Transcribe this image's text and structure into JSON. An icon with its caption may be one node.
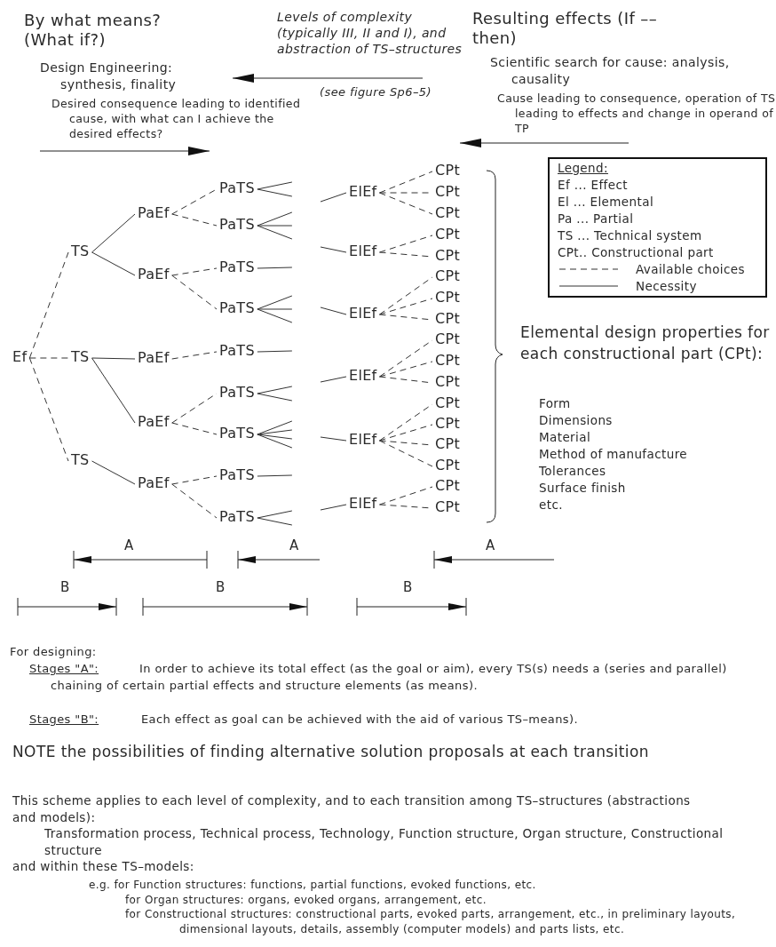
{
  "diagram": {
    "nodes": [
      {
        "text": [
          "Ef"
        ]
      },
      {
        "text": [
          "TS"
        ]
      },
      {
        "text": [
          "TS"
        ]
      },
      {
        "text": [
          "TS"
        ]
      },
      {
        "text": [
          "PaEf"
        ]
      },
      {
        "text": [
          "PaEf"
        ]
      },
      {
        "text": [
          "PaEf"
        ]
      },
      {
        "text": [
          "PaEf"
        ]
      },
      {
        "text": [
          "PaEf"
        ]
      },
      {
        "text": [
          "PaTS"
        ]
      },
      {
        "text": [
          "PaTS"
        ]
      },
      {
        "text": [
          "PaTS"
        ]
      },
      {
        "text": [
          "PaTS"
        ]
      },
      {
        "text": [
          "PaTS"
        ]
      },
      {
        "text": [
          "PaTS"
        ]
      },
      {
        "text": [
          "PaTS"
        ]
      },
      {
        "text": [
          "PaTS"
        ]
      },
      {
        "text": [
          "PaTS"
        ]
      },
      {
        "text": [
          "ElEf"
        ]
      },
      {
        "text": [
          "ElEf"
        ]
      },
      {
        "text": [
          "ElEf"
        ]
      },
      {
        "text": [
          "ElEf"
        ]
      },
      {
        "text": [
          "ElEf"
        ]
      },
      {
        "text": [
          "ElEf"
        ]
      },
      {
        "text": [
          "CPt"
        ]
      },
      {
        "text": [
          "CPt"
        ]
      },
      {
        "text": [
          "CPt"
        ]
      },
      {
        "text": [
          "CPt"
        ]
      },
      {
        "text": [
          "CPt"
        ]
      },
      {
        "text": [
          "CPt"
        ]
      },
      {
        "text": [
          "CPt"
        ]
      },
      {
        "text": [
          "CPt"
        ]
      },
      {
        "text": [
          "CPt"
        ]
      },
      {
        "text": [
          "CPt"
        ]
      },
      {
        "text": [
          "CPt"
        ]
      },
      {
        "text": [
          "CPt"
        ]
      },
      {
        "text": [
          "CPt"
        ]
      },
      {
        "text": [
          "CPt"
        ]
      },
      {
        "text": [
          "CPt"
        ]
      },
      {
        "text": [
          "CPt"
        ]
      },
      {
        "text": [
          "CPt"
        ]
      }
    ],
    "edges": [
      {
        "from": 0,
        "to": 1,
        "arrow": "none",
        "style": "dashed"
      },
      {
        "from": 0,
        "to": 2,
        "arrow": "none",
        "style": "dashed"
      },
      {
        "from": 0,
        "to": 3,
        "arrow": "none",
        "style": "dashed"
      },
      {
        "from": 1,
        "to": 4,
        "arrow": "none"
      },
      {
        "from": 1,
        "to": 5,
        "arrow": "none"
      },
      {
        "from": 2,
        "to": 6,
        "arrow": "none"
      },
      {
        "from": 2,
        "to": 7,
        "arrow": "none"
      },
      {
        "from": 3,
        "to": 8,
        "arrow": "none"
      },
      {
        "from": 4,
        "to": 9,
        "arrow": "none",
        "style": "dashed"
      },
      {
        "from": 4,
        "to": 10,
        "arrow": "none",
        "style": "dashed"
      },
      {
        "from": 5,
        "to": 11,
        "arrow": "none",
        "style": "dashed"
      },
      {
        "from": 5,
        "to": 12,
        "arrow": "none",
        "style": "dashed"
      },
      {
        "from": 6,
        "to": 13,
        "arrow": "none",
        "style": "dashed"
      },
      {
        "from": 7,
        "to": 14,
        "arrow": "none",
        "style": "dashed"
      },
      {
        "from": 7,
        "to": 15,
        "arrow": "none",
        "style": "dashed"
      },
      {
        "from": 8,
        "to": 16,
        "arrow": "none",
        "style": "dashed"
      },
      {
        "from": 8,
        "to": 17,
        "arrow": "none",
        "style": "dashed"
      },
      {
        "from": 9,
        "to": null,
        "arrow": "none"
      },
      {
        "from": 9,
        "to": null,
        "arrow": "none"
      },
      {
        "from": 10,
        "to": null,
        "arrow": "none"
      },
      {
        "from": 10,
        "to": null,
        "arrow": "none"
      },
      {
        "from": 10,
        "to": null,
        "arrow": "none"
      },
      {
        "from": 11,
        "to": null,
        "arrow": "none"
      },
      {
        "from": 12,
        "to": null,
        "arrow": "none"
      },
      {
        "from": 12,
        "to": null,
        "arrow": "none"
      },
      {
        "from": 12,
        "to": null,
        "arrow": "none"
      },
      {
        "from": 13,
        "to": null,
        "arrow": "none"
      },
      {
        "from": 14,
        "to": null,
        "arrow": "none"
      },
      {
        "from": 14,
        "to": null,
        "arrow": "none"
      },
      {
        "from": 15,
        "to": null,
        "arrow": "none"
      },
      {
        "from": 15,
        "to": null,
        "arrow": "none"
      },
      {
        "from": 15,
        "to": null,
        "arrow": "none"
      },
      {
        "from": 15,
        "to": null,
        "arrow": "none"
      },
      {
        "from": 16,
        "to": null,
        "arrow": "none"
      },
      {
        "from": 17,
        "to": null,
        "arrow": "none"
      },
      {
        "from": 17,
        "to": null,
        "arrow": "none"
      },
      {
        "from": null,
        "to": 18,
        "arrow": "none"
      },
      {
        "from": null,
        "to": 19,
        "arrow": "none"
      },
      {
        "from": null,
        "to": 20,
        "arrow": "none"
      },
      {
        "from": null,
        "to": 21,
        "arrow": "none"
      },
      {
        "from": null,
        "to": 22,
        "arrow": "none"
      },
      {
        "from": null,
        "to": 23,
        "arrow": "none"
      },
      {
        "from": 18,
        "to": 24,
        "arrow": "none",
        "style": "dashed"
      },
      {
        "from": 18,
        "to": 25,
        "arrow": "none",
        "style": "dashed"
      },
      {
        "from": 18,
        "to": 26,
        "arrow": "none",
        "style": "dashed"
      },
      {
        "from": 19,
        "to": 27,
        "arrow": "none",
        "style": "dashed"
      },
      {
        "from": 19,
        "to": 28,
        "arrow": "none",
        "style": "dashed"
      },
      {
        "from": 20,
        "to": 29,
        "arrow": "none",
        "style": "dashed"
      },
      {
        "from": 20,
        "to": 30,
        "arrow": "none",
        "style": "dashed"
      },
      {
        "from": 20,
        "to": 31,
        "arrow": "none",
        "style": "dashed"
      },
      {
        "from": 21,
        "to": 32,
        "arrow": "none",
        "style": "dashed"
      },
      {
        "from": 21,
        "to": 33,
        "arrow": "none",
        "style": "dashed"
      },
      {
        "from": 21,
        "to": 34,
        "arrow": "none",
        "style": "dashed"
      },
      {
        "from": 22,
        "to": 35,
        "arrow": "none",
        "style": "dashed"
      },
      {
        "from": 22,
        "to": 36,
        "arrow": "none",
        "style": "dashed"
      },
      {
        "from": 22,
        "to": 37,
        "arrow": "none",
        "style": "dashed"
      },
      {
        "from": 22,
        "to": 38,
        "arrow": "none",
        "style": "dashed"
      },
      {
        "from": 23,
        "to": 39,
        "arrow": "none",
        "style": "dashed"
      },
      {
        "from": 23,
        "to": 40,
        "arrow": "none",
        "style": "dashed"
      }
    ],
    "labels": [
      "By what means? (What if?)",
      "Levels of complexity (typically III, II and I), and abstraction of TS–structures",
      "Resulting effects (If –– then)",
      "Design Engineering: synthesis, finality",
      "Scientific search for cause: analysis, causality",
      "(see figure Sp6–5)",
      "Desired consequence leading to identified cause, with what can I achieve the desired effects?",
      "Cause leading to consequence, operation of TS leading to effects and change in operand of TP",
      "Legend:",
      "Ef ... Effect",
      "El ... Elemental",
      "Pa ... Partial",
      "TS ... Technical system",
      "CPt.. Constructional part",
      "Elemental design properties for each constructional part (CPt):",
      "Form",
      "Dimensions",
      "Material",
      "Method of manufacture",
      "Tolerances",
      "Surface finish",
      "etc.",
      "A",
      "A",
      "A",
      "B",
      "B",
      "B",
      "For designing:",
      "Stages \"A\":",
      "In order to achieve its total effect (as the goal or aim), every TS(s) needs a (series and parallel) chaining of certain partial effects and structure elements (as means).",
      "Stages \"B\":",
      "Each effect as goal can be achieved with the aid of various TS–means).",
      "NOTE the possibilities of finding alternative solution proposals at each transition",
      "This scheme applies to each level of complexity, and to each transition among TS–structures (abstractions and models):",
      "Transformation process, Technical process, Technology, Function structure, Organ structure, Constructional structure",
      "and within these TS–models:",
      "e.g. for Function structures: functions, partial functions, evoked functions, etc.",
      "for Organ structures: organs, evoked organs, arrangement, etc.",
      "for Constructional structures: constructional parts, evoked parts, arrangement, etc., in preliminary layouts, dimensional layouts, details, assembly (computer models) and parts lists, etc."
    ],
    "legend": [
      {
        "text": "Available choices"
      },
      {
        "text": "Necessity"
      }
    ]
  }
}
